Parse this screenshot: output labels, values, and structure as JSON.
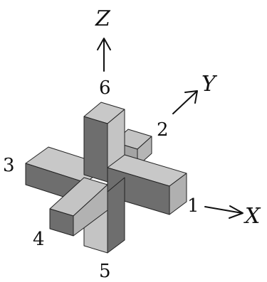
{
  "axes": {
    "z": "Z",
    "y": "Y",
    "x": "X"
  },
  "arm_numbers": {
    "arm1": "1",
    "arm2": "2",
    "arm3": "3",
    "arm4": "4",
    "arm5": "5",
    "arm6": "6"
  },
  "colors": {
    "light_face": "#c4c4c4",
    "mid_face": "#a9a9a9",
    "dark_face": "#6e6e6e",
    "outline": "#222222"
  }
}
